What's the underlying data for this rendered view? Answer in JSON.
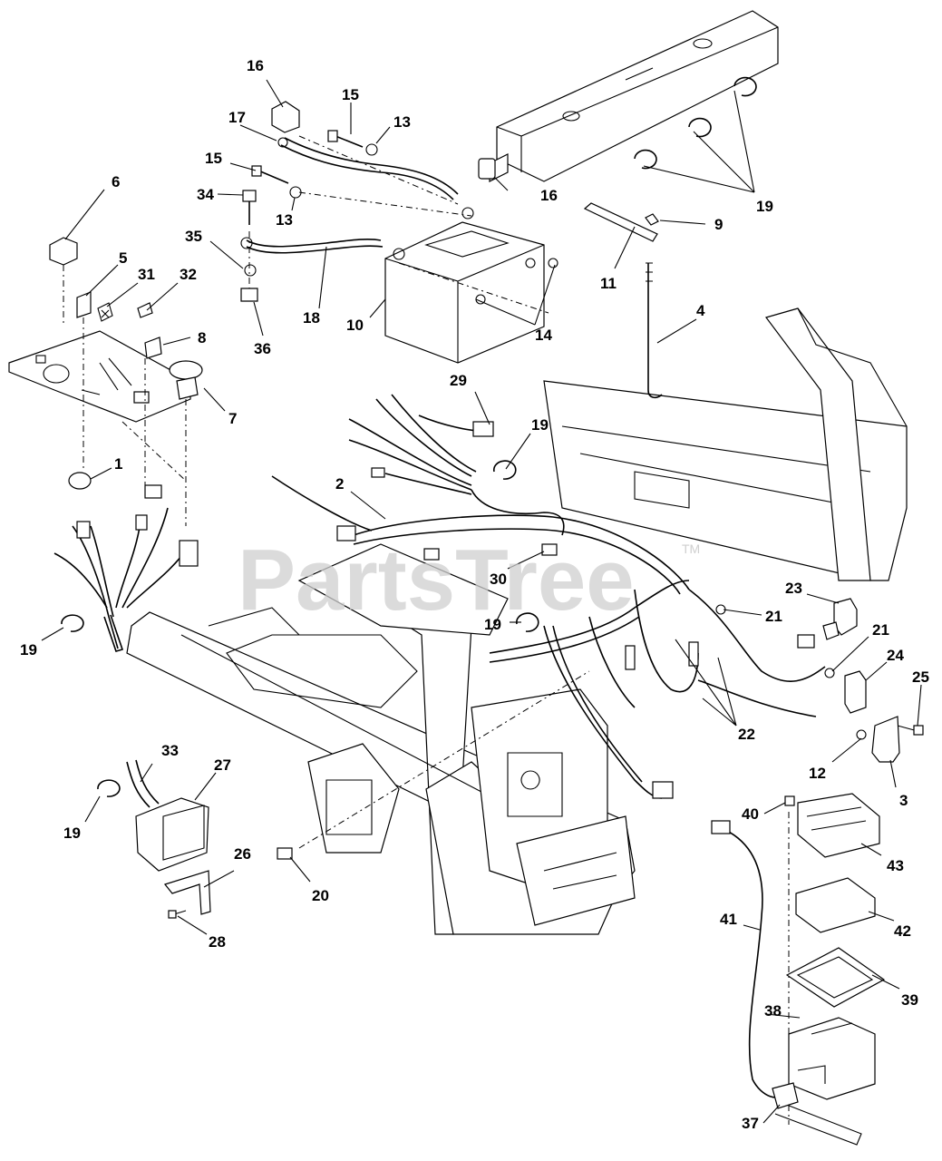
{
  "watermark": {
    "text": "PartsTree",
    "trademark": "TM"
  },
  "callouts": [
    {
      "id": "c16a",
      "label": "16"
    },
    {
      "id": "c15a",
      "label": "15"
    },
    {
      "id": "c13a",
      "label": "13"
    },
    {
      "id": "c17",
      "label": "17"
    },
    {
      "id": "c15b",
      "label": "15"
    },
    {
      "id": "c34",
      "label": "34"
    },
    {
      "id": "c13b",
      "label": "13"
    },
    {
      "id": "c16b",
      "label": "16"
    },
    {
      "id": "c19a",
      "label": "19"
    },
    {
      "id": "c9",
      "label": "9"
    },
    {
      "id": "c6",
      "label": "6"
    },
    {
      "id": "c35",
      "label": "35"
    },
    {
      "id": "c5",
      "label": "5"
    },
    {
      "id": "c31",
      "label": "31"
    },
    {
      "id": "c32",
      "label": "32"
    },
    {
      "id": "c11",
      "label": "11"
    },
    {
      "id": "c4",
      "label": "4"
    },
    {
      "id": "c18",
      "label": "18"
    },
    {
      "id": "c10",
      "label": "10"
    },
    {
      "id": "c14",
      "label": "14"
    },
    {
      "id": "c36",
      "label": "36"
    },
    {
      "id": "c8",
      "label": "8"
    },
    {
      "id": "c7",
      "label": "7"
    },
    {
      "id": "c29",
      "label": "29"
    },
    {
      "id": "c19b",
      "label": "19"
    },
    {
      "id": "c1",
      "label": "1"
    },
    {
      "id": "c2",
      "label": "2"
    },
    {
      "id": "c30",
      "label": "30"
    },
    {
      "id": "c23",
      "label": "23"
    },
    {
      "id": "c21a",
      "label": "21"
    },
    {
      "id": "c19c",
      "label": "19"
    },
    {
      "id": "c19d",
      "label": "19"
    },
    {
      "id": "c21b",
      "label": "21"
    },
    {
      "id": "c24",
      "label": "24"
    },
    {
      "id": "c25",
      "label": "25"
    },
    {
      "id": "c22",
      "label": "22"
    },
    {
      "id": "c33",
      "label": "33"
    },
    {
      "id": "c27",
      "label": "27"
    },
    {
      "id": "c12",
      "label": "12"
    },
    {
      "id": "c3",
      "label": "3"
    },
    {
      "id": "c19e",
      "label": "19"
    },
    {
      "id": "c40",
      "label": "40"
    },
    {
      "id": "c43",
      "label": "43"
    },
    {
      "id": "c26",
      "label": "26"
    },
    {
      "id": "c20",
      "label": "20"
    },
    {
      "id": "c28",
      "label": "28"
    },
    {
      "id": "c41",
      "label": "41"
    },
    {
      "id": "c42",
      "label": "42"
    },
    {
      "id": "c39",
      "label": "39"
    },
    {
      "id": "c38",
      "label": "38"
    },
    {
      "id": "c37",
      "label": "37"
    }
  ]
}
